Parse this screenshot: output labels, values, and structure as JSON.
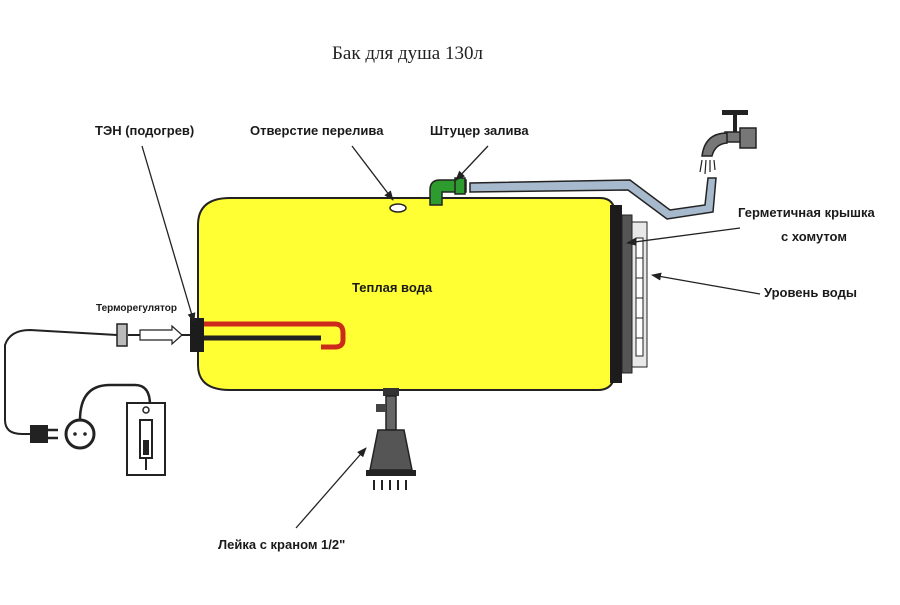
{
  "title": "Бак для душа 130л",
  "labels": {
    "heater": "ТЭН (подогрев)",
    "overflow": "Отверстие перелива",
    "fill_fitting": "Штуцер залива",
    "lid_line1": "Герметичная крышка",
    "lid_line2": "с хомутом",
    "water_level": "Уровень воды",
    "warm_water": "Теплая вода",
    "thermostat": "Терморегулятор",
    "shower_head": "Лейка с краном 1/2\""
  },
  "colors": {
    "tank_fill": "#ffff33",
    "heater_element": "#cc2b1b",
    "pipe": "#a7b9cc",
    "fitting": "#2e9b2e",
    "lid": "#1c1c1c"
  },
  "icons": [
    "faucet-icon",
    "plug-icon",
    "socket-icon",
    "switch-icon",
    "shower-head-icon"
  ]
}
